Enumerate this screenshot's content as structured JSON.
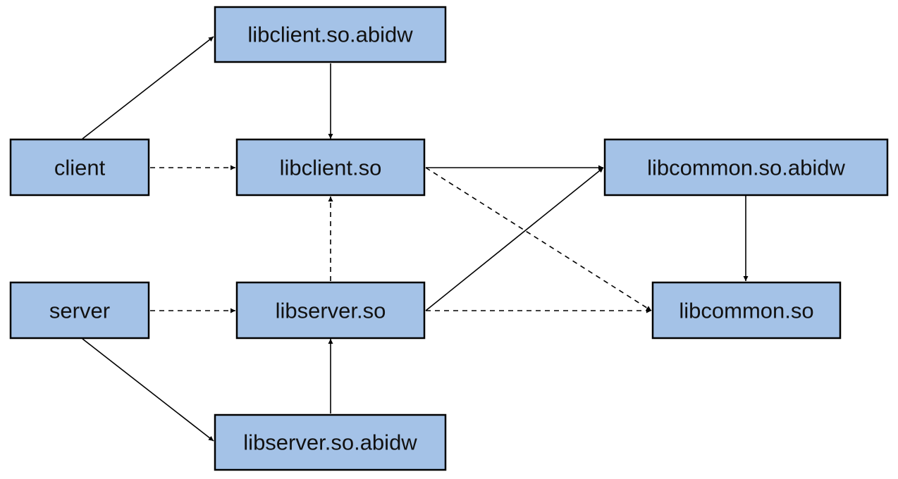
{
  "nodes": {
    "client": "client",
    "server": "server",
    "libclient_abidw": "libclient.so.abidw",
    "libclient_so": "libclient.so",
    "libserver_so": "libserver.so",
    "libserver_abidw": "libserver.so.abidw",
    "libcommon_abidw": "libcommon.so.abidw",
    "libcommon_so": "libcommon.so"
  },
  "edges": [
    {
      "from": "client",
      "to": "libclient_abidw",
      "style": "solid"
    },
    {
      "from": "libclient_abidw",
      "to": "libclient_so",
      "style": "solid"
    },
    {
      "from": "client",
      "to": "libclient_so",
      "style": "dashed"
    },
    {
      "from": "libclient_so",
      "to": "libcommon_abidw",
      "style": "solid"
    },
    {
      "from": "libclient_so",
      "to": "libcommon_so",
      "style": "dashed"
    },
    {
      "from": "libserver_so",
      "to": "libclient_so",
      "style": "dashed"
    },
    {
      "from": "server",
      "to": "libserver_so",
      "style": "dashed"
    },
    {
      "from": "libserver_so",
      "to": "libcommon_abidw",
      "style": "solid"
    },
    {
      "from": "libserver_so",
      "to": "libcommon_so",
      "style": "dashed"
    },
    {
      "from": "server",
      "to": "libserver_abidw",
      "style": "solid"
    },
    {
      "from": "libserver_abidw",
      "to": "libserver_so",
      "style": "solid"
    },
    {
      "from": "libcommon_abidw",
      "to": "libcommon_so",
      "style": "solid"
    }
  ]
}
